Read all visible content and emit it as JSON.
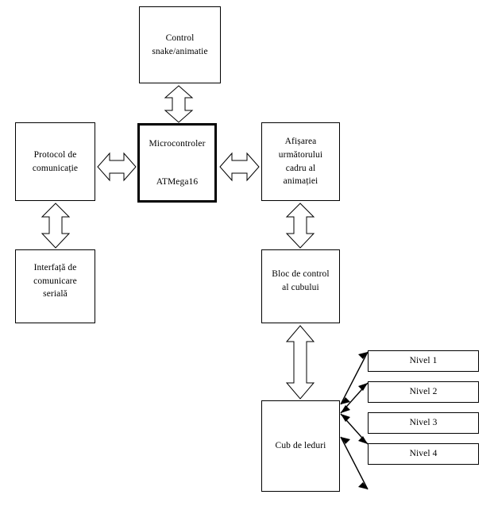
{
  "diagram": {
    "title_text": "",
    "colors": {
      "background": "#ffffff",
      "stroke": "#000000",
      "box_fill": "#ffffff",
      "arrow_fill": "#ffffff"
    },
    "blocks": {
      "control_snake": {
        "label": "Control\nsnake/animatie"
      },
      "microcontroller": {
        "label": "Microcontroler\n\nATMega16"
      },
      "protocol": {
        "label": "Protocol de\ncomunicație"
      },
      "serial_interface": {
        "label": "Interfață de\ncomunicare\nserială"
      },
      "frame_display": {
        "label": "Afișarea\nurmătorului\ncadru al\nanimației"
      },
      "cube_control": {
        "label": "Bloc de control\nal cubului"
      },
      "led_cube": {
        "label": "Cub de leduri"
      }
    },
    "levels": [
      {
        "label": "Nivel 1"
      },
      {
        "label": "Nivel 2"
      },
      {
        "label": "Nivel 3"
      },
      {
        "label": "Nivel 4"
      }
    ],
    "connectors": [
      {
        "name": "control-snake-to-microcontroller",
        "style": "hollow-double-arrow",
        "orientation": "vertical"
      },
      {
        "name": "protocol-to-microcontroller",
        "style": "hollow-double-arrow",
        "orientation": "horizontal"
      },
      {
        "name": "microcontroller-to-frame-display",
        "style": "hollow-double-arrow",
        "orientation": "horizontal"
      },
      {
        "name": "protocol-to-serial-interface",
        "style": "hollow-double-arrow",
        "orientation": "vertical"
      },
      {
        "name": "frame-display-to-cube-control",
        "style": "hollow-double-arrow",
        "orientation": "vertical"
      },
      {
        "name": "cube-control-to-led-cube",
        "style": "hollow-double-arrow",
        "orientation": "vertical"
      },
      {
        "name": "led-cube-to-nivel-1",
        "style": "thin-double-arrow",
        "orientation": "diagonal"
      },
      {
        "name": "led-cube-to-nivel-2",
        "style": "thin-double-arrow",
        "orientation": "diagonal"
      },
      {
        "name": "led-cube-to-nivel-3",
        "style": "thin-double-arrow",
        "orientation": "diagonal"
      },
      {
        "name": "led-cube-to-nivel-4",
        "style": "thin-double-arrow",
        "orientation": "diagonal"
      }
    ]
  }
}
